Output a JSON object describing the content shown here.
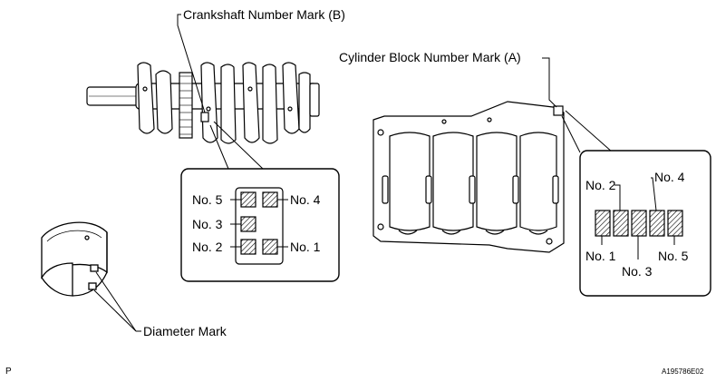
{
  "labels": {
    "crankshaft_mark": "Crankshaft Number Mark (B)",
    "cylinder_block_mark": "Cylinder Block Number Mark (A)",
    "diameter_mark": "Diameter Mark",
    "page_letter": "P",
    "figure_code": "A195786E02"
  },
  "crank_marks": {
    "no5": "No. 5",
    "no4": "No. 4",
    "no3": "No. 3",
    "no2": "No. 2",
    "no1": "No. 1"
  },
  "block_marks": {
    "no2": "No. 2",
    "no4": "No. 4",
    "no1": "No. 1",
    "no3": "No. 3",
    "no5": "No. 5"
  }
}
